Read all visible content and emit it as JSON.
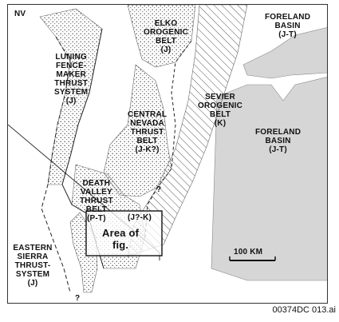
{
  "map": {
    "state_label": "NV",
    "labels": {
      "elko": "ELKO\nOROGENIC\nBELT\n(J)",
      "foreland_top": "FORELAND\nBASIN\n(J-T)",
      "luning": "LUNING\nFENCE-\nMAKER\nTHRUST\nSYSTEM\n(J)",
      "central_nevada": "CENTRAL\nNEVADA\nTHRUST\nBELT\n(J-K?)",
      "sevier": "SEVIER\nOROGENIC\nBELT\n(K)",
      "foreland_main": "FORELAND\nBASIN\n(J-T)",
      "death_valley": "DEATH\nVALLEY\nTHRUST\nBELT\n(P-T)",
      "age_jk": "(J?-K)",
      "query_mid": "?",
      "query_bottom": "?",
      "eastern_sierra": "EASTERN\nSIERRA\nTHRUST-\nSYSTEM\n(J)"
    },
    "area_box_label": "Area of\nfig.",
    "scale_bar_label": "100 KM"
  },
  "figure_id": "00374DC  013.ai"
}
